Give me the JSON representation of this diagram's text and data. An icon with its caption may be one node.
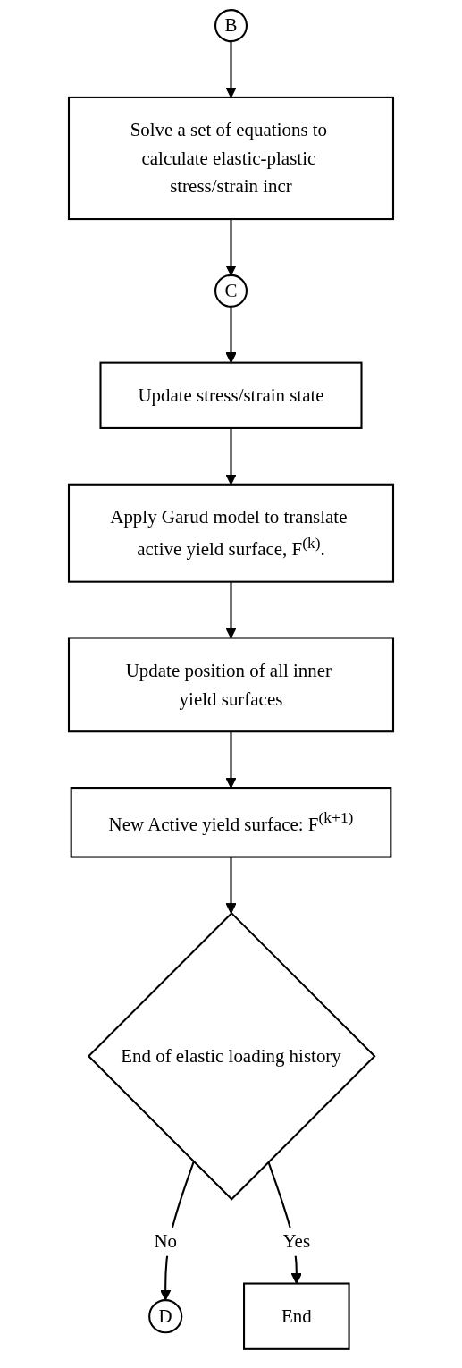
{
  "diagram": {
    "nodes": [
      {
        "text": [
          "B"
        ]
      },
      {
        "text": [
          "Solve a set of equations to calculate elastic-plastic stress/strain incr"
        ]
      },
      {
        "text": [
          "C"
        ]
      },
      {
        "text": [
          "Update stress/strain state"
        ]
      },
      {
        "text": [
          "Apply Garud model to translate active yield surface, F$^{(k)}$."
        ]
      },
      {
        "text": [
          "Update position of all inner yield surfaces"
        ]
      },
      {
        "text": [
          "New Active yield surface: F$^{(k+1)}$"
        ]
      },
      {
        "text": [
          "End of elastic loading history"
        ]
      },
      {
        "text": [
          "D"
        ]
      },
      {
        "text": [
          "End"
        ]
      }
    ],
    "edges": [
      {
        "from": 0,
        "to": 1,
        "arrow": "to"
      },
      {
        "from": 1,
        "to": 2,
        "arrow": "to"
      },
      {
        "from": 2,
        "to": 3,
        "arrow": "to"
      },
      {
        "from": 3,
        "to": 4,
        "arrow": "to"
      },
      {
        "from": 4,
        "to": 5,
        "arrow": "to"
      },
      {
        "from": 5,
        "to": 6,
        "arrow": "to"
      },
      {
        "from": 6,
        "to": 7,
        "arrow": "to"
      },
      {
        "from": 7,
        "to": 8,
        "label": "No",
        "arrow": "to"
      },
      {
        "from": 7,
        "to": 9,
        "label": "Yes",
        "arrow": "to"
      }
    ]
  }
}
